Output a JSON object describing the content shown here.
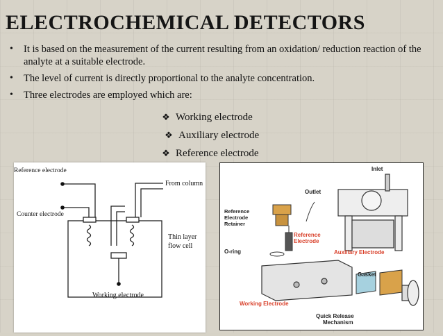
{
  "slide": {
    "title": "ELECTROCHEMICAL  DETECTORS",
    "bullets": [
      "It is based on the measurement of the current resulting from an oxidation/ reduction reaction of the analyte at a suitable electrode.",
      "The level of current is directly proportional to the analyte concentration.",
      "Three electrodes are employed which are:"
    ],
    "bullet_glyph": "•",
    "electrode_glyph": "❖",
    "electrodes": [
      "Working electrode",
      "Auxiliary electrode",
      "Reference electrode"
    ]
  },
  "figure_left": {
    "labels": {
      "reference": "Reference electrode",
      "counter": "Counter electrode",
      "from_column": "From column",
      "cell_line1": "Thin layer",
      "cell_line2": "flow cell",
      "working": "Working electrode"
    }
  },
  "figure_right": {
    "labels": {
      "inlet": "Inlet",
      "outlet": "Outlet",
      "ref_retainer_1": "Reference",
      "ref_retainer_2": "Electrode",
      "ref_retainer_3": "Retainer",
      "ref_electrode_1": "Reference",
      "ref_electrode_2": "Electrode",
      "o_ring": "O-ring",
      "auxiliary": "Auxiliary Electrode",
      "gasket": "Gasket",
      "working": "Working Electrode",
      "quick_release_1": "Quick Release",
      "quick_release_2": "Mechanism"
    },
    "colors": {
      "red_label": "#d9412b",
      "gold_part": "#d9a24a"
    }
  }
}
